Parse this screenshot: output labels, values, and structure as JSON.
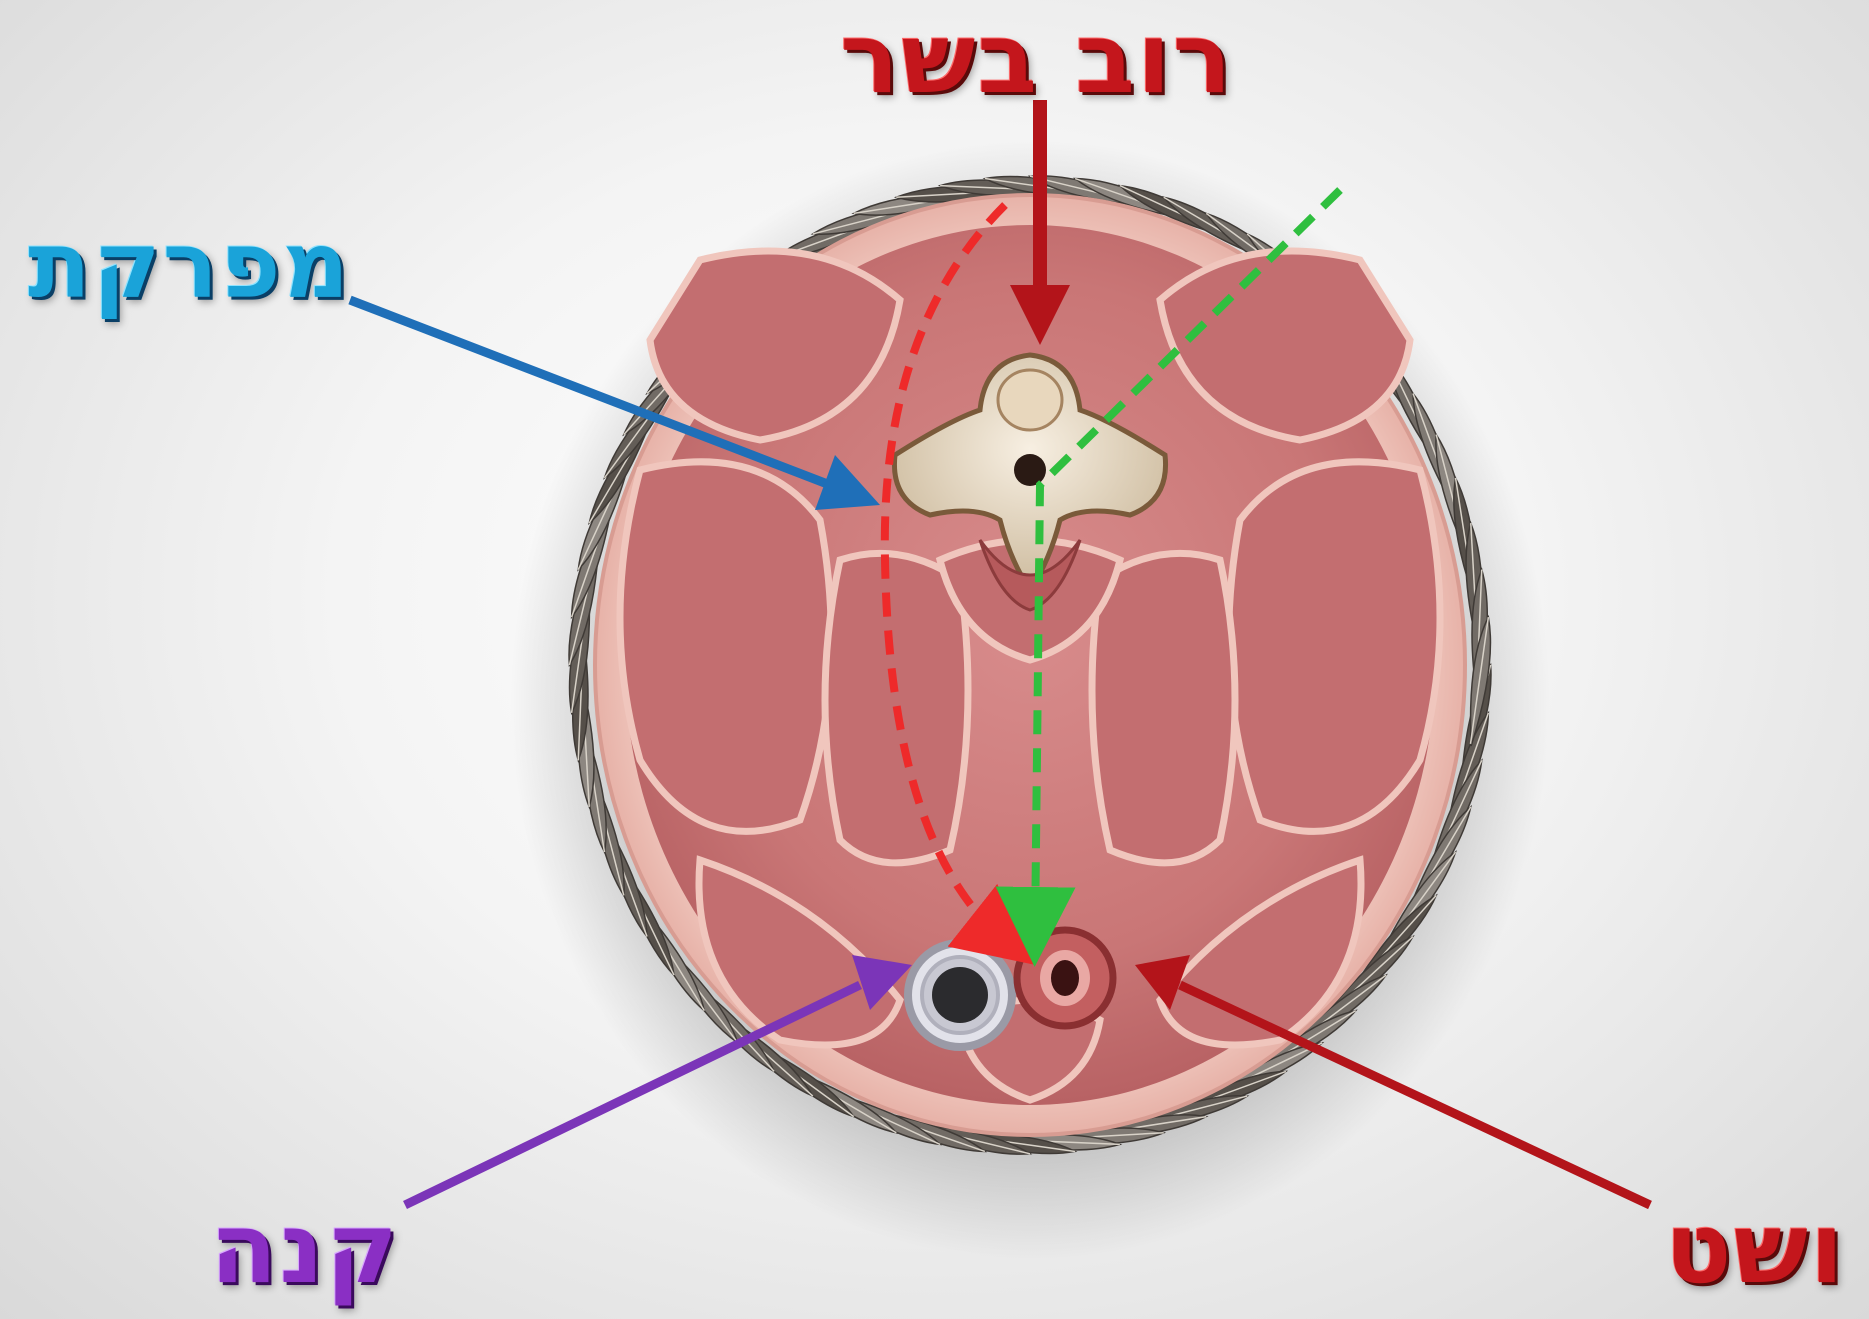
{
  "labels": {
    "meat": "רוב בשר",
    "spine": "מפרקת",
    "trachea": "קנה",
    "esophagus": "ושט"
  },
  "colors": {
    "meat_label": "#c4161c",
    "spine_label": "#1aa3d9",
    "trachea_label": "#8a2fc4",
    "esophagus_label": "#c4161c",
    "red_dashed_path": "#ee2a2a",
    "green_dashed_path": "#2fbf3f",
    "blue_arrow": "#1f6fb8",
    "purple_arrow": "#7b35b8",
    "red_arrow": "#b3141a",
    "muscle": "#c9787a",
    "fat": "#f1c8c0",
    "bone": "#efe4d2",
    "feathers": "#6e6a66"
  },
  "icons": [
    "feather-ring",
    "neck-cross-section",
    "vertebra",
    "trachea-ring",
    "esophagus-tube"
  ]
}
